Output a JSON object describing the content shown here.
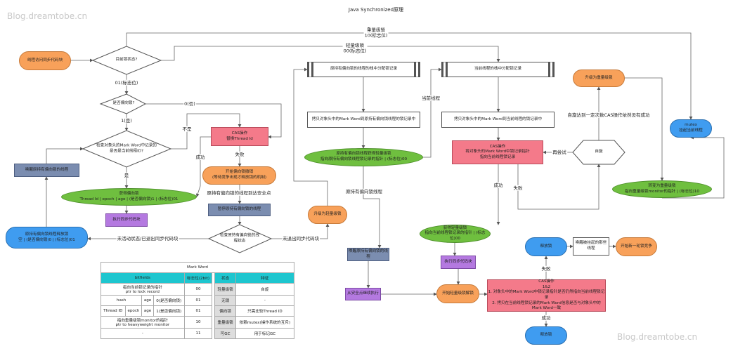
{
  "title": "Java Synchronized原理",
  "watermark": "Blog.dreamtobe.cn",
  "nodes": {
    "start": "线程访问同步代码块",
    "d_state": "目前锁状态?",
    "d_biased": "是否偏向锁?",
    "d_thread": "检查对象头的Mark Word中记录的\n是否是当前线程ID?",
    "cas_tid": "CAS操作\n替换Thread Id",
    "revoke": "开始偏向锁撤销\n(等待竞争出现才释放锁的机制)",
    "pause": "暂停原持有偏向锁的线程",
    "d_check": "检查原持有偏向锁的线\n程状态",
    "release_biased": "原持有偏向锁线程释放锁\n空 | (是否偏向锁)0 | (标志位)01",
    "wake_left": "唤醒原持有偏向锁的线程",
    "got_biased": "获得偏向锁\nThread Id | epoch | age | (是否偏向锁)1 | (标志位)01",
    "exec_left": "执行同步代码块",
    "alloc_orig": "原持有偏向锁的线程的栈中分配锁记录",
    "alloc_cur": "当前线程的栈中分配锁记录",
    "copy_orig": "拷贝对象头中的Mark Word到原持有偏向锁线程的锁记录中",
    "copy_cur": "拷贝对象头中的Mark Word到当前线程的锁记录中",
    "orig_light": "原持有偏向锁线程获得轻量级锁\n指向原持有偏向锁线程锁记录的指针 | (标志位)00",
    "cas_ptr": "CAS操作\n将对象头的Mark Word中锁记录指针\n指向当前线程锁记录",
    "spin": "自旋",
    "up_heavy": "升级为重量级锁",
    "mutex": "mutex\n挂起当前线程",
    "to_heavy": "转变为重量级锁\n指向重量级锁monitor的指针 | (标志位)10",
    "up_light": "升级为轻量级锁",
    "wake_mid": "唤醒原持有偏向锁的线程",
    "resume": "从安全点继续执行",
    "got_light": "获得轻量级锁\n指向当前线程锁记录的指针 | (标志位)00",
    "exec_mid": "执行同步代码块",
    "unlock": "开始轻量级锁解锁",
    "cas12": "CAS操作\n1&2\n1. 对象头中的Mark Word中锁记录指针是否仍然指向当前线程锁记录\n2. 拷贝在当前线程锁记录的Mark Word信息是否与对象头中的Mark Word一致",
    "release_fail": "释放锁",
    "wake_suspended": "唤醒被挂起的那些线程",
    "new_round": "开始新一轮锁竞争",
    "release_ok": "释放锁"
  },
  "labels": {
    "flag01": "01(标志位)",
    "no0": "0(否)",
    "yes1": "1(是)",
    "not": "不是",
    "yes": "是",
    "succ1": "成功",
    "fail1": "失败",
    "safepoint": "原持有偏向锁的线程到达安全点",
    "not_exited": "未退出同步代码块",
    "inactive": "未活动状态/已退出同步代码块",
    "heavy": "重量级锁\n10(标志位)",
    "light": "轻量级锁\n00(标志位)",
    "cur_thread": "当前线程",
    "spin_fail": "自旋达到一定次数CAS操作依然没有成功",
    "retry": "再尝试",
    "succ2": "成功",
    "fail2": "失败",
    "orig_thread": "原持有偏向锁线程",
    "fail3": "失败",
    "succ3": "成功"
  },
  "table": {
    "title": "Mark Word",
    "headers": [
      "bitfields",
      "标志位(2bit)",
      "状态",
      "特征"
    ],
    "rows": [
      {
        "bits": [
          "指向当前锁记录的指针\nptr to lock record"
        ],
        "flag": "00",
        "state": "轻量级锁",
        "feature": "自旋"
      },
      {
        "bits": [
          "hash",
          "age",
          "0(是否偏向锁)"
        ],
        "flag": "01",
        "state": "无锁",
        "feature": "-"
      },
      {
        "bits": [
          "Thread ID",
          "epoch",
          "age",
          "1(是否偏向锁)"
        ],
        "flag": "01",
        "state": "偏向锁",
        "feature": "只需比较Thread ID"
      },
      {
        "bits": [
          "指向重量级锁monitor的指针\nptr to heavyweight monitor"
        ],
        "flag": "10",
        "state": "重量级锁",
        "feature": "依赖mutex(操作系统的互斥)"
      },
      {
        "bits": [
          "-"
        ],
        "flag": "11",
        "state": "可GC",
        "feature": "用于标记GC"
      }
    ]
  },
  "colors": {
    "orange": "#f8a15a",
    "green": "#6fbf3f",
    "blue": "#3f9cf0",
    "slate": "#7b8db0",
    "purple": "#b479e0",
    "red": "#f47a8a",
    "teal": "#1ec6cf"
  }
}
